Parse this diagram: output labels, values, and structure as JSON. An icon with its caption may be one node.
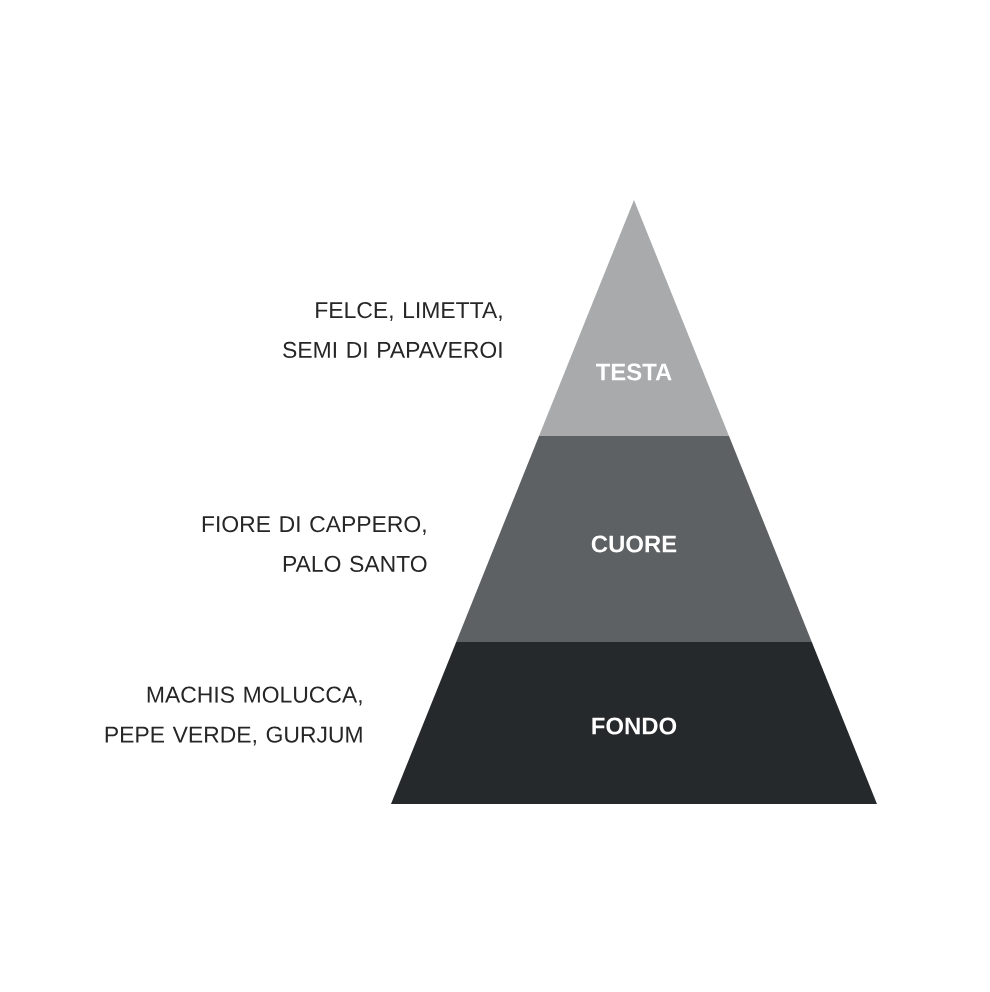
{
  "diagram": {
    "nodes": [
      {
        "text": [
          "TESTA"
        ],
        "beside": [
          "FELCE, LIMETTA, SEMI DI PAPAVEROI"
        ]
      },
      {
        "text": [
          "CUORE"
        ],
        "beside": [
          "FIORE DI CAPPERO, PALO SANTO"
        ]
      },
      {
        "text": [
          "FONDO"
        ],
        "beside": [
          "MACHIS MOLUCCA, PEPE VERDE, GURJUM"
        ]
      }
    ]
  }
}
